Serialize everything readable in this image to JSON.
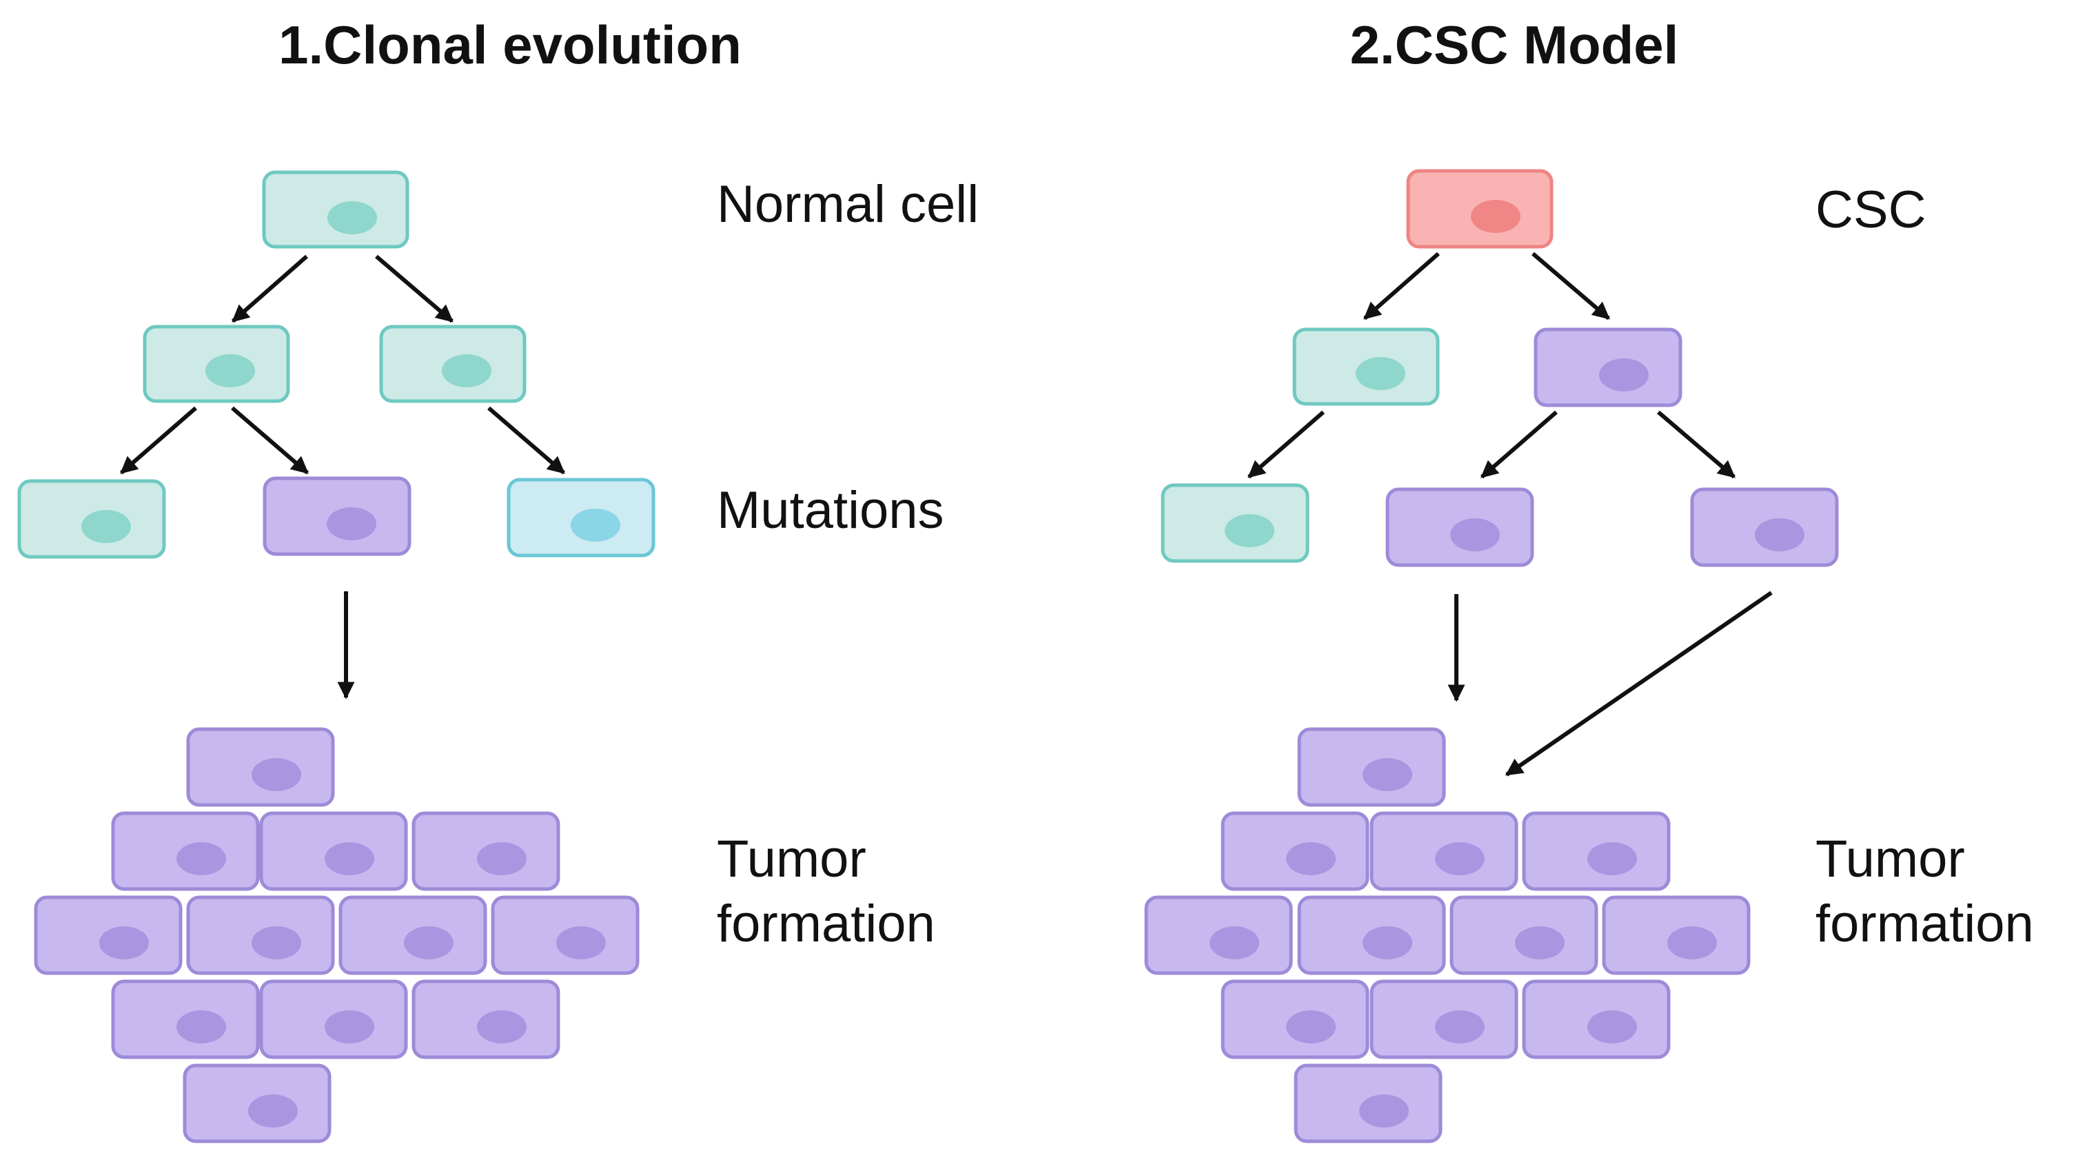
{
  "panels": [
    {
      "title": "1.Clonal evolution",
      "labels": [
        "Normal cell",
        "Mutations",
        "Tumor",
        "formation"
      ]
    },
    {
      "title": "2.CSC Model",
      "labels": [
        "CSC",
        "Tumor",
        "formation"
      ]
    }
  ],
  "colors": {
    "normal_fill": "#cdeae6",
    "normal_stroke": "#6fc9c0",
    "normal_nucleus": "#8fd6cc",
    "mutant_fill": "#c8b8f0",
    "mutant_stroke": "#9d8bd8",
    "mutant_nucleus": "#a996e0",
    "light_fill": "#cdebf3",
    "light_stroke": "#6cc6d6",
    "light_nucleus": "#8ad5e6",
    "csc_fill": "#f9b3b3",
    "csc_stroke": "#ee8484",
    "csc_nucleus": "#f08686",
    "arrow": "#111111"
  }
}
